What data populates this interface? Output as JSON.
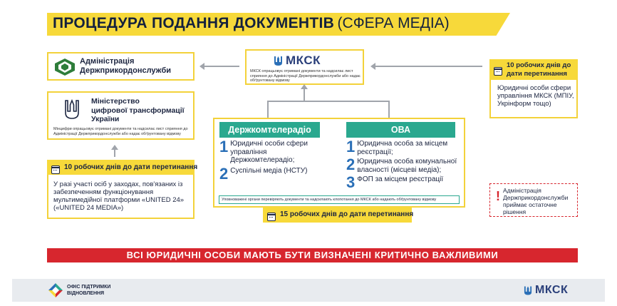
{
  "header": {
    "title_bold": "ПРОЦЕДУРА ПОДАННЯ ДОКУМЕНТІВ",
    "title_light": "(СФЕРА МЕДІА)"
  },
  "dpsu_box": {
    "name_line1": "Адміністрація",
    "name_line2": "Держприкордонслужби"
  },
  "mkck_box": {
    "logo": "МКСК",
    "note": "МКСК опрацьовує отримані документи та надсилає лист сприяння до Адміністрації Держприкордонслужби або надає обґрунтовану відмову"
  },
  "right_box": {
    "days": "10 робочих днів до дати перетинання",
    "text": "Юридичні особи сфери управління МКСК (МПІУ, Укрінформ тощо)"
  },
  "mincifra_box": {
    "name_line1": "Міністерство",
    "name_line2": "цифрової трансформації",
    "name_line3": "України",
    "note": "Мінцифри опрацьовує отримані документи та надсилає лист сприяння до Адміністрації Держприкордонслужби або надає обґрунтовану відмову"
  },
  "left_days_box": {
    "days": "10 робочих днів до дати перетинання",
    "text": "У разі участі осіб у заходах, пов'язаних із забезпеченням функціонування мультимедійної платформи «UNITED 24» («UNITED 24 MEDIA»)"
  },
  "center_box": {
    "col1_header": "Держкомтелерадіо",
    "col1_items": [
      {
        "num": "1",
        "text": "Юридичні особи сфери управління Держкомтелерадіо;"
      },
      {
        "num": "2",
        "text": "Суспільні медіа (НСТУ)"
      }
    ],
    "col2_header": "ОВА",
    "col2_items": [
      {
        "num": "1",
        "text": "Юридична особа за місцем реєстрації;"
      },
      {
        "num": "2",
        "text": "Юридична особа комунальної власності (місцеві медіа);"
      },
      {
        "num": "3",
        "text": "ФОП за місцем реєстрації"
      }
    ],
    "footnote": "Уповноважені органи перевіряють документи та надсилають клопотання до МКСК або надають обґрунтовану відмову"
  },
  "center_days": "15 робочих днів до дати перетинання",
  "warning": {
    "mark": "!",
    "text": "Адміністрація Держприкордонслужби приймає остаточне рішення"
  },
  "red_banner": "ВСІ ЮРИДИЧНІ ОСОБИ МАЮТЬ БУТИ ВИЗНАЧЕНІ КРИТИЧНО ВАЖЛИВИМИ",
  "footer": {
    "office_line1": "ОФІС ПІДТРИМКИ",
    "office_line2": "ВІДНОВЛЕННЯ",
    "logo": "МКСК"
  },
  "colors": {
    "yellow": "#f7d93a",
    "teal": "#2aa88f",
    "red": "#d7262e",
    "navy": "#1c2540",
    "blue": "#2a6fb7"
  }
}
